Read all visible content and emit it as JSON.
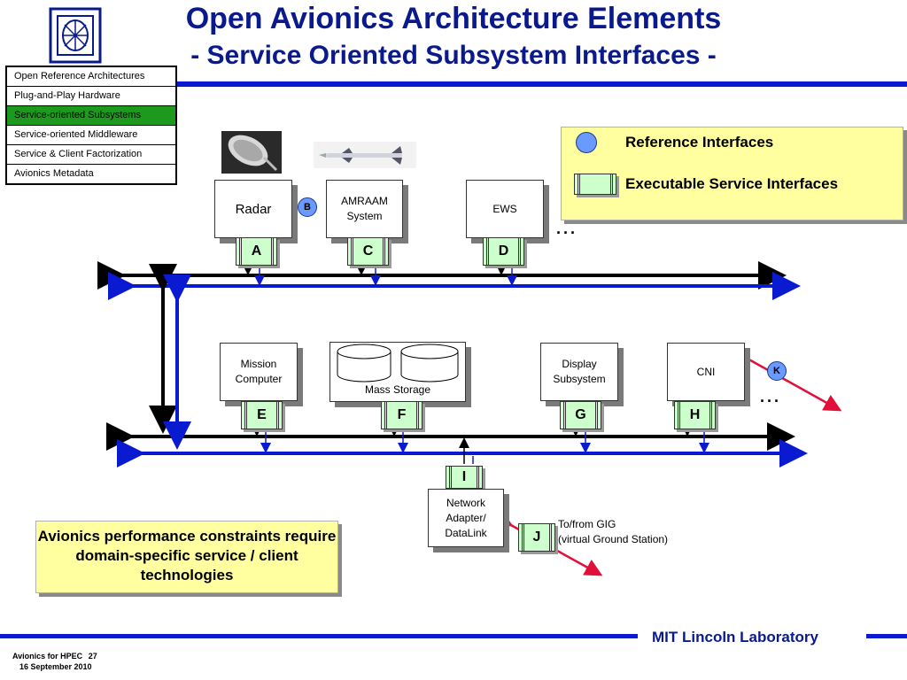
{
  "header": {
    "title": "Open Avionics Architecture Elements",
    "subtitle": "- Service Oriented Subsystem Interfaces -"
  },
  "nav": {
    "items": [
      {
        "label": "Open Reference Architectures",
        "active": false
      },
      {
        "label": "Plug-and-Play Hardware",
        "active": false
      },
      {
        "label": "Service-oriented Subsystems",
        "active": true
      },
      {
        "label": "Service-oriented Middleware",
        "active": false
      },
      {
        "label": "Service & Client Factorization",
        "active": false
      },
      {
        "label": "Avionics Metadata",
        "active": false
      }
    ]
  },
  "legend": {
    "reference": "Reference Interfaces",
    "executable": "Executable Service Interfaces"
  },
  "subsystems": {
    "radar": "Radar",
    "amraam_1": "AMRAAM",
    "amraam_2": "System",
    "ews": "EWS",
    "mission_1": "Mission",
    "mission_2": "Computer",
    "mass_storage": "Mass Storage",
    "display_1": "Display",
    "display_2": "Subsystem",
    "cni": "CNI",
    "network_1": "Network",
    "network_2": "Adapter/",
    "network_3": "DataLink"
  },
  "interfaces": {
    "a": "A",
    "b": "B",
    "c": "C",
    "d": "D",
    "e": "E",
    "f": "F",
    "g": "G",
    "h": "H",
    "i": "I",
    "j": "J",
    "k": "K"
  },
  "ellipsis": "...",
  "gig": {
    "line1": "To/from GIG",
    "line2": "(virtual Ground Station)"
  },
  "note": {
    "text": "Avionics performance constraints require domain-specific service / client technologies"
  },
  "footer": {
    "lab": "MIT Lincoln Laboratory",
    "course": "Avionics for HPEC",
    "page": "27",
    "date": "16 September 2010"
  },
  "colors": {
    "title": "#0a1a8c",
    "bus_blue": "#0a1ad0",
    "iface_green": "#ccffcc",
    "ref_blue": "#6a9aff",
    "active_nav": "#1d9a1d",
    "note_yellow": "#ffffa0",
    "link_red": "#e0103a"
  },
  "icons": {
    "logo": "mit-ll-logo",
    "radar_image": "radar-photo",
    "missile_image": "missile-photo"
  }
}
